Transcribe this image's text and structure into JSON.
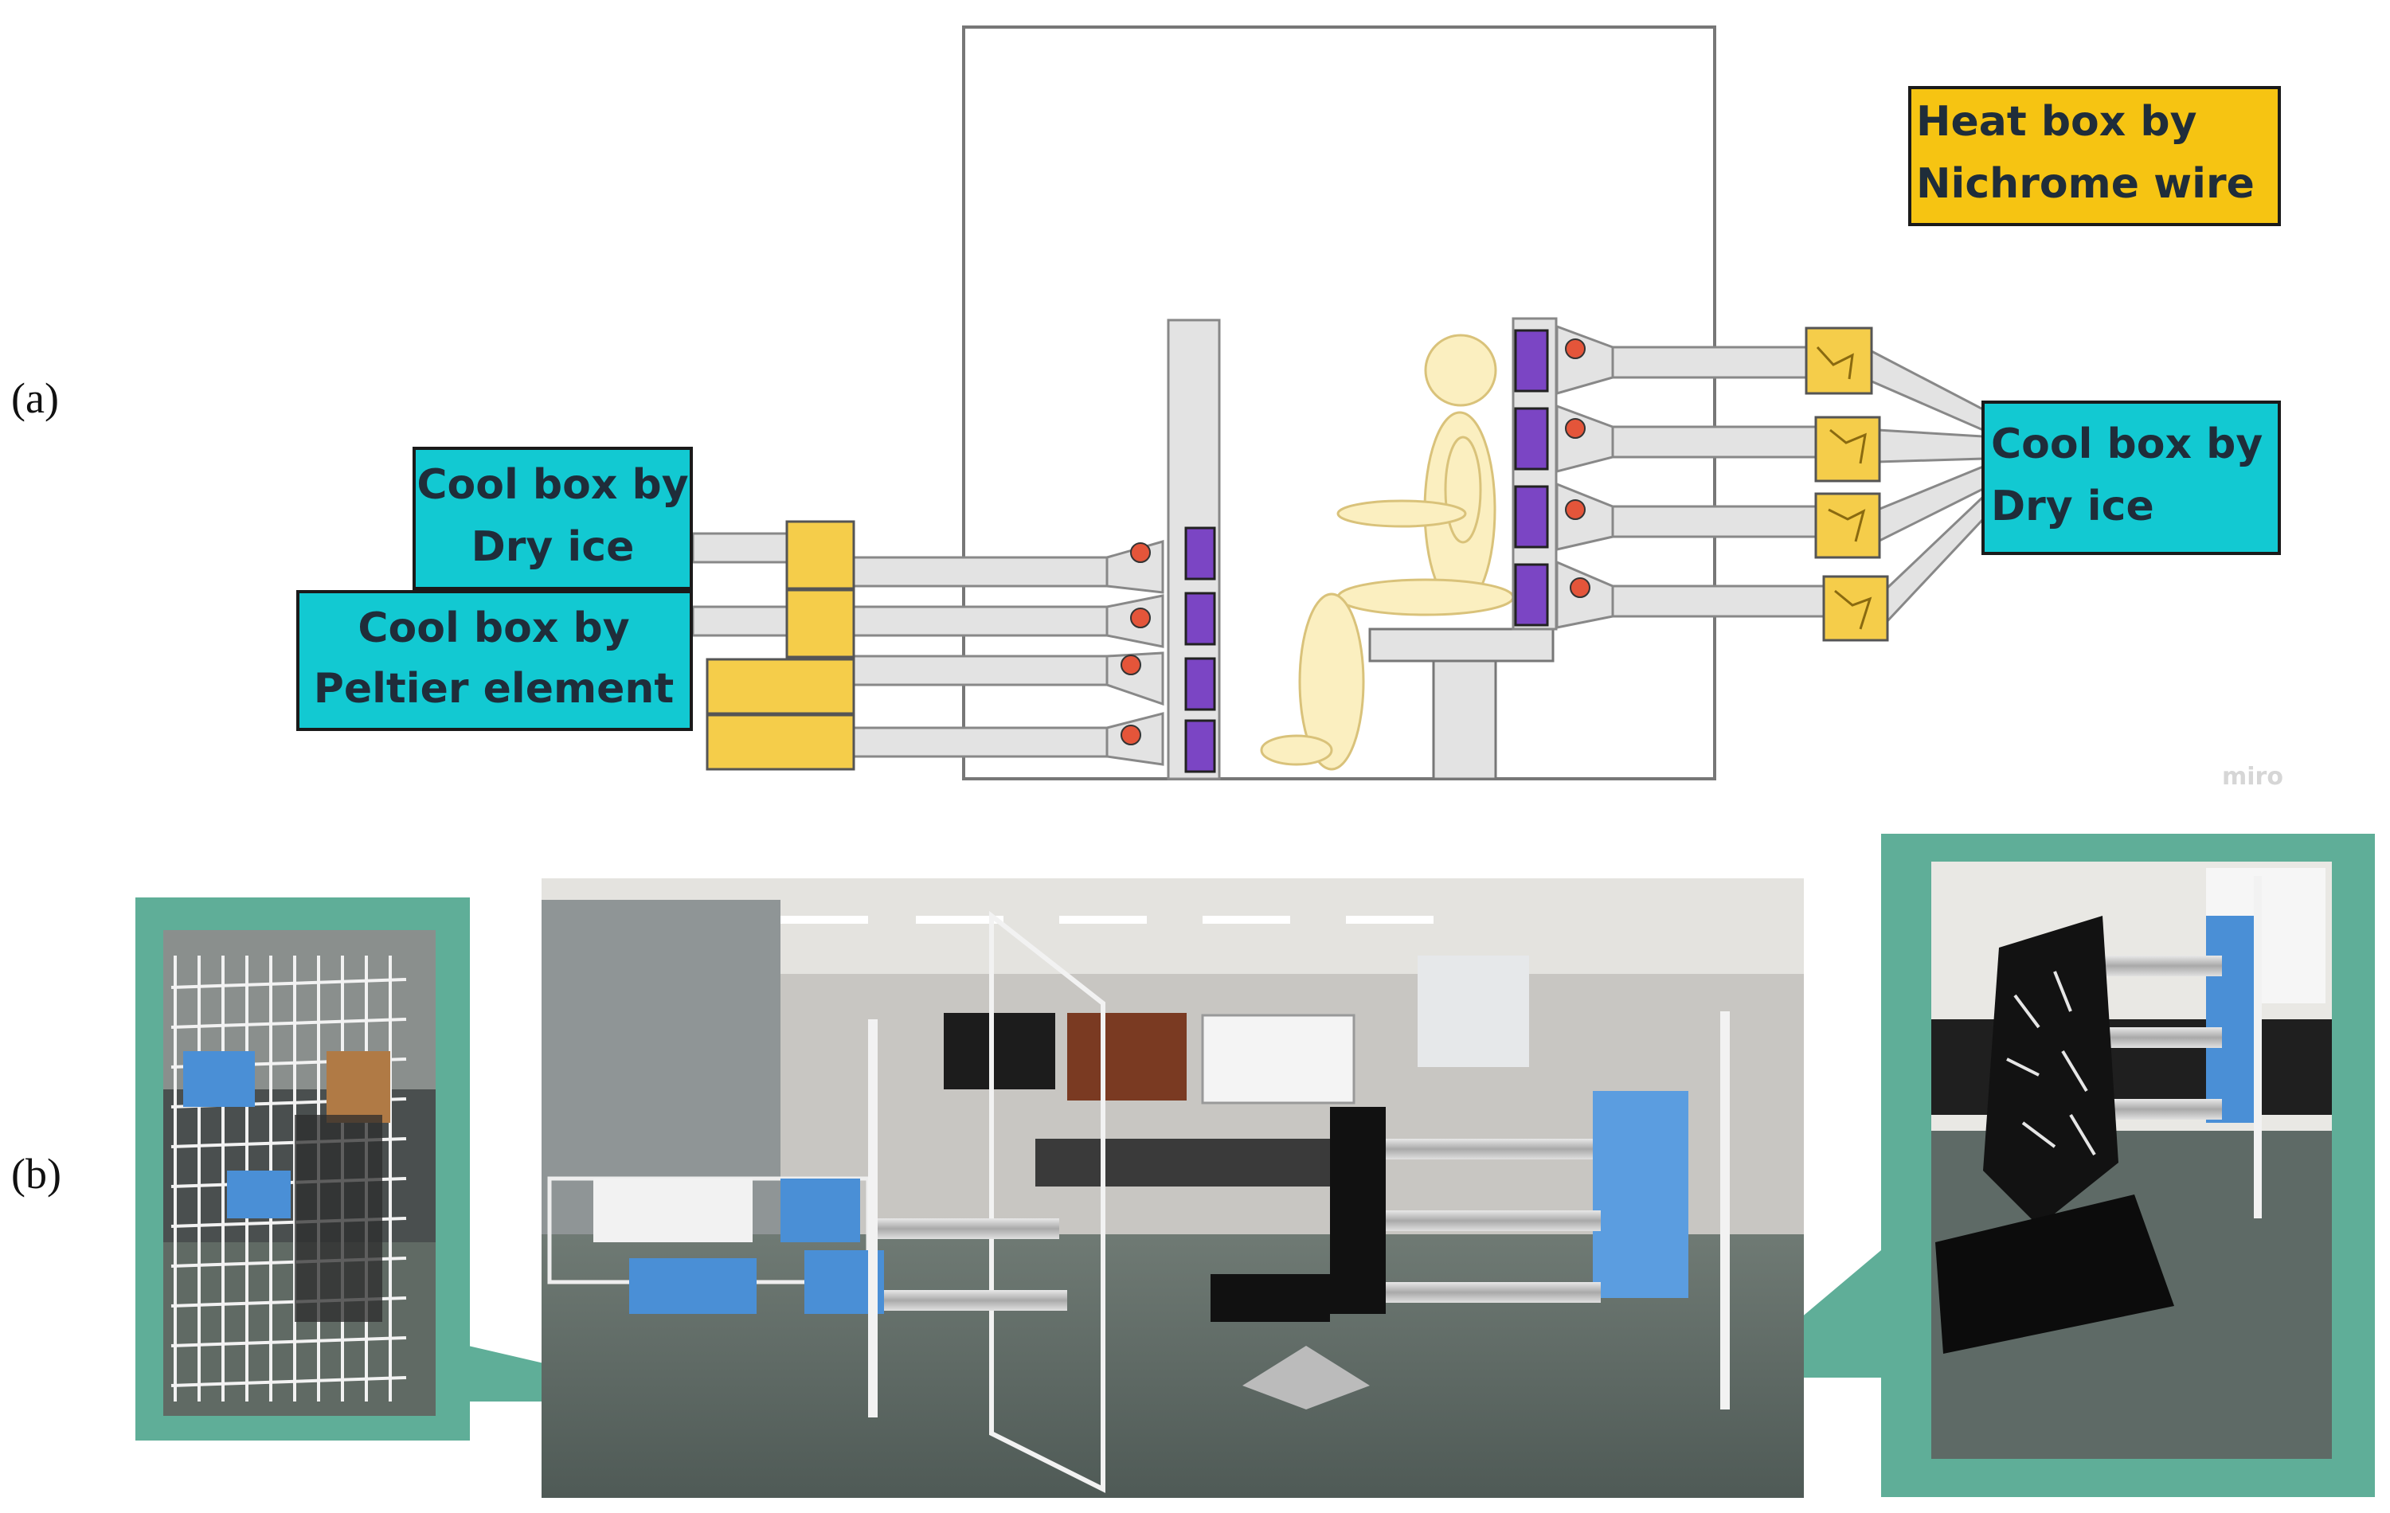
{
  "panels": {
    "a": "(a)",
    "b": "(b)"
  },
  "labels": {
    "heat_box": [
      "Heat box by",
      "Nichrome wire"
    ],
    "cool_box_dry_ice_left": [
      "Cool box by",
      "Dry ice"
    ],
    "cool_box_peltier": [
      "Cool box by",
      "Peltier element"
    ],
    "cool_box_dry_ice_right": [
      "Cool box by",
      "Dry ice"
    ]
  },
  "watermark": "miro",
  "colors": {
    "heat_box": "#f6c412",
    "heat_unit": "#f5cd4a",
    "cool_box": "#12c9d2",
    "duct": "#e3e3e3",
    "outlet": "#7b45c4",
    "sensor": "#e4553a",
    "person": "#fbefc0",
    "callout": "#5fae98"
  },
  "photos": {
    "left": "wire grid with cool boxes and ducts",
    "center": "office room with duct rig around a chair",
    "right": "chair with ducts and blue boxes"
  }
}
